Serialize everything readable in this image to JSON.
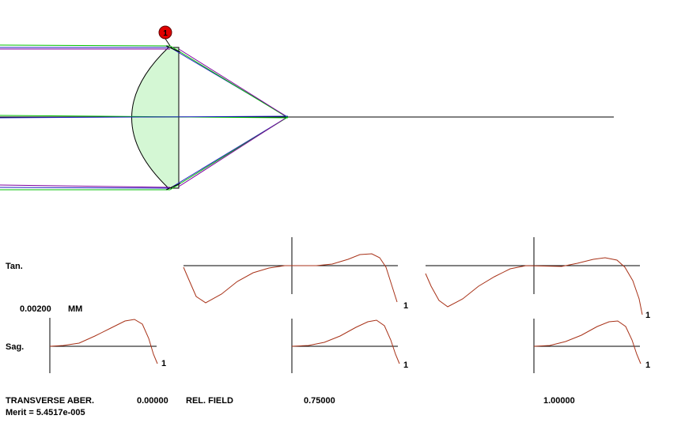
{
  "surface_badge": "1",
  "labels": {
    "tan": "Tan.",
    "sag": "Sag.",
    "scale_value": "0.00200",
    "scale_unit": "MM",
    "footer_title": "TRANSVERSE ABER.",
    "field_caption": "REL. FIELD",
    "merit": "Merit = 5.4517e-005"
  },
  "fields": [
    "0.00000",
    "0.75000",
    "1.00000"
  ],
  "curve_marker": "1",
  "colors": {
    "ray_green": "#00c000",
    "ray_blue": "#2020c0",
    "ray_purple": "#8000a0",
    "lens_fill": "#d4f7d4",
    "curve": "#a83218",
    "badge": "#e00000",
    "axis": "#000000"
  }
}
